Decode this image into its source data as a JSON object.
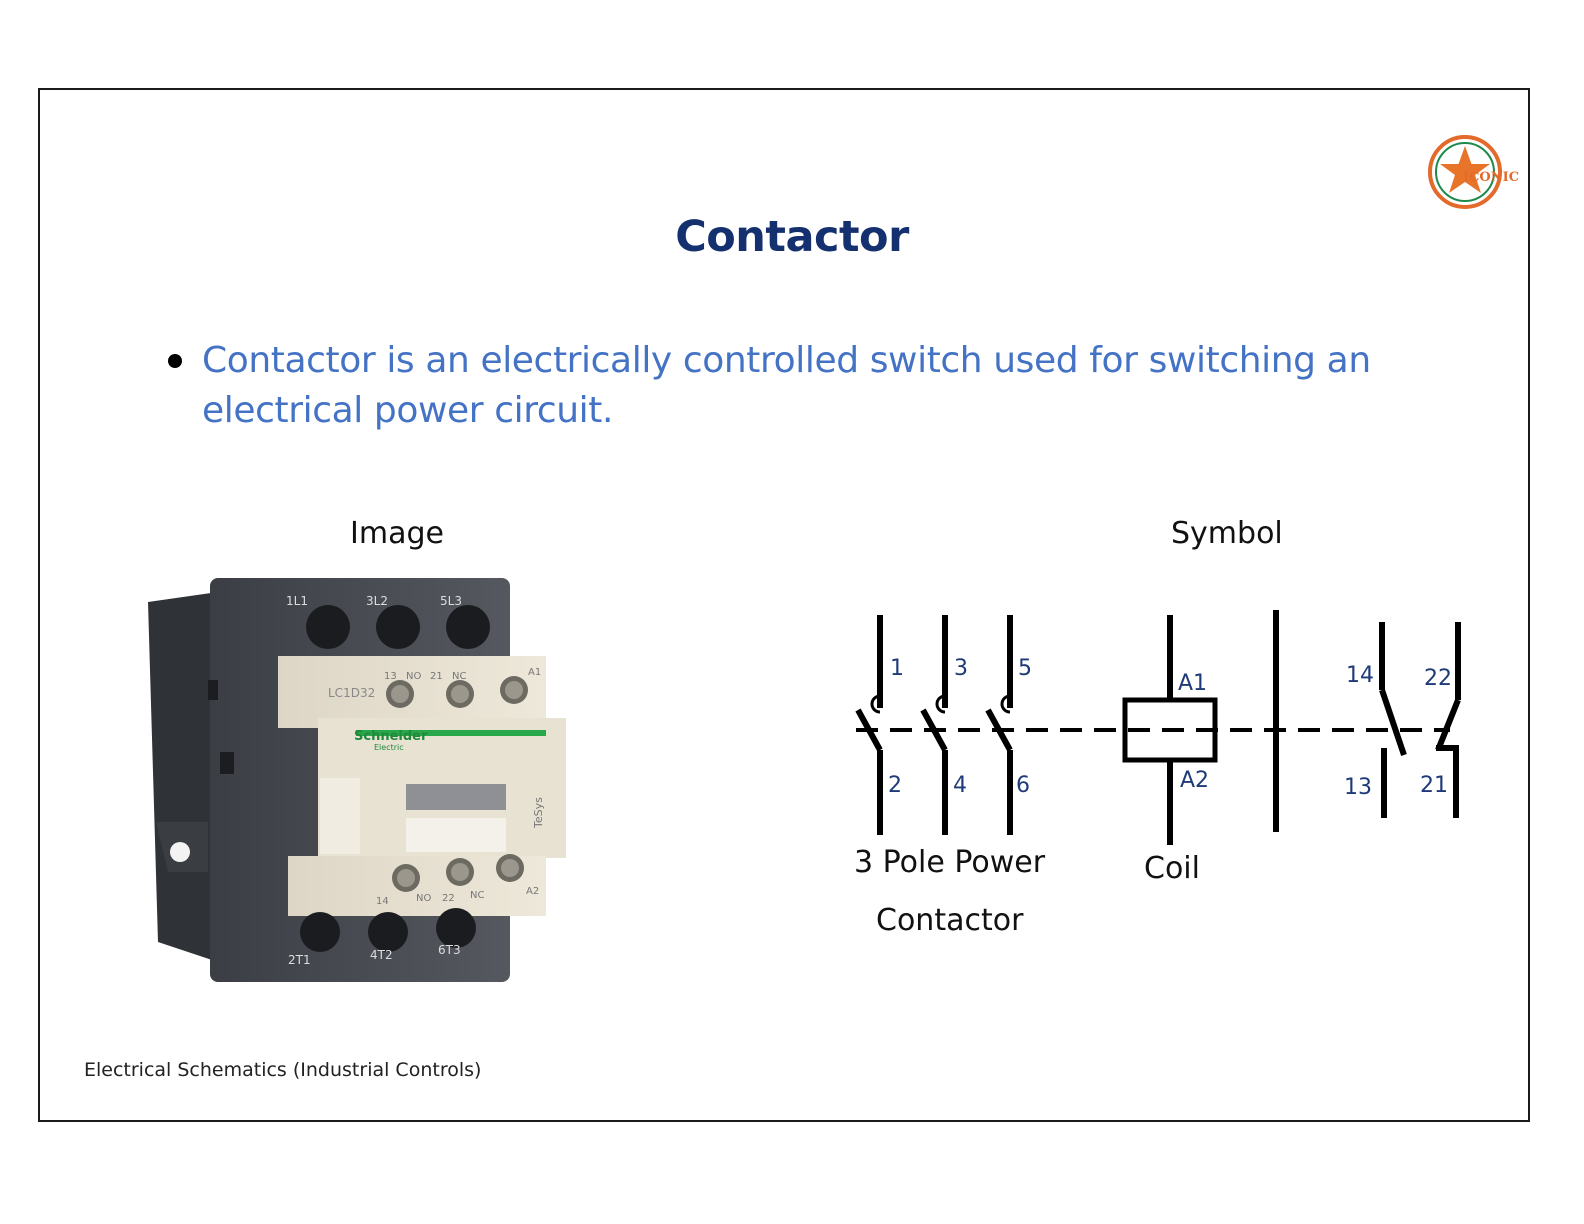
{
  "slide": {
    "title": "Contactor",
    "bullet": "Contactor is an electrically controlled switch used for switching an electrical power circuit.",
    "image_heading": "Image",
    "symbol_heading": "Symbol",
    "footer": "Electrical Schematics (Industrial Controls)"
  },
  "logo": {
    "text": "ICONIC",
    "colors": {
      "ring": "#e36a2a",
      "inner": "#1f8a4c",
      "star": "#e8742a"
    }
  },
  "photo": {
    "markings": {
      "top_terminals": [
        "1L1",
        "3L2",
        "5L3"
      ],
      "aux_top": [
        "13",
        "NO",
        "21",
        "NC",
        "A1"
      ],
      "model": "LC1D32",
      "brand": "Schneider",
      "brand_sub": "Electric",
      "series": "TeSys",
      "aux_bottom": [
        "14",
        "NO",
        "22",
        "NC",
        "A2"
      ],
      "bottom_terminals": [
        "2T1",
        "4T2",
        "6T3"
      ]
    }
  },
  "symbol": {
    "power_top": [
      "1",
      "3",
      "5"
    ],
    "power_bottom": [
      "2",
      "4",
      "6"
    ],
    "coil_top": "A1",
    "coil_bottom": "A2",
    "aux_top": [
      "14",
      "22"
    ],
    "aux_bottom": [
      "13",
      "21"
    ],
    "caption_power_line1": "3 Pole Power",
    "caption_power_line2": "Contactor",
    "caption_coil": "Coil"
  },
  "colors": {
    "title": "#14306e",
    "bullet_text": "#4473c5",
    "terminal_numbers": "#1e3a78"
  }
}
